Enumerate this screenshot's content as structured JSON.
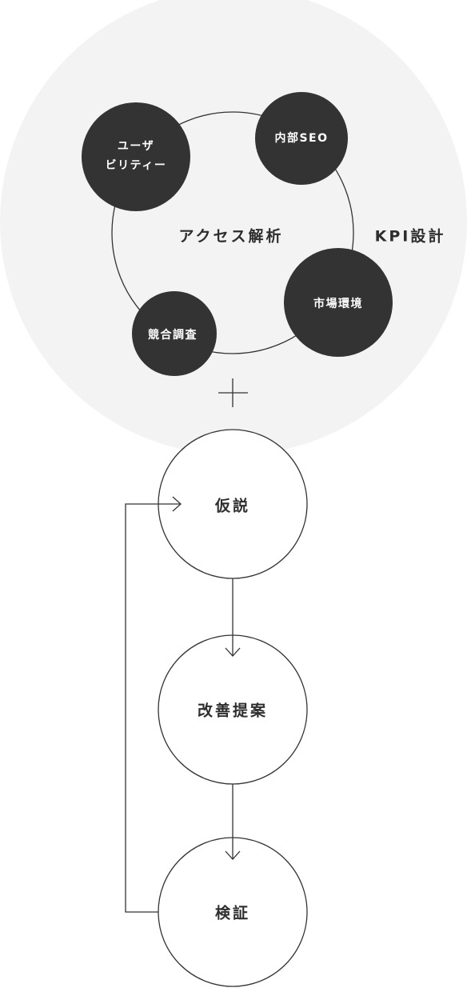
{
  "analysis": {
    "center_label": "アクセス解析",
    "outer_label": "KPI設計",
    "nodes": {
      "user": {
        "line1": "ユーザ",
        "line2": "ビリティー"
      },
      "seo": "内部SEO",
      "market": "市場環境",
      "competitor": "競合調査"
    }
  },
  "plus": "+",
  "cycle": {
    "steps": [
      "仮説",
      "改善提案",
      "検証"
    ]
  },
  "colors": {
    "background_disc": "#f3f3f3",
    "dark_node": "#333333",
    "line": "#333333",
    "text": "#2e2e2e"
  }
}
